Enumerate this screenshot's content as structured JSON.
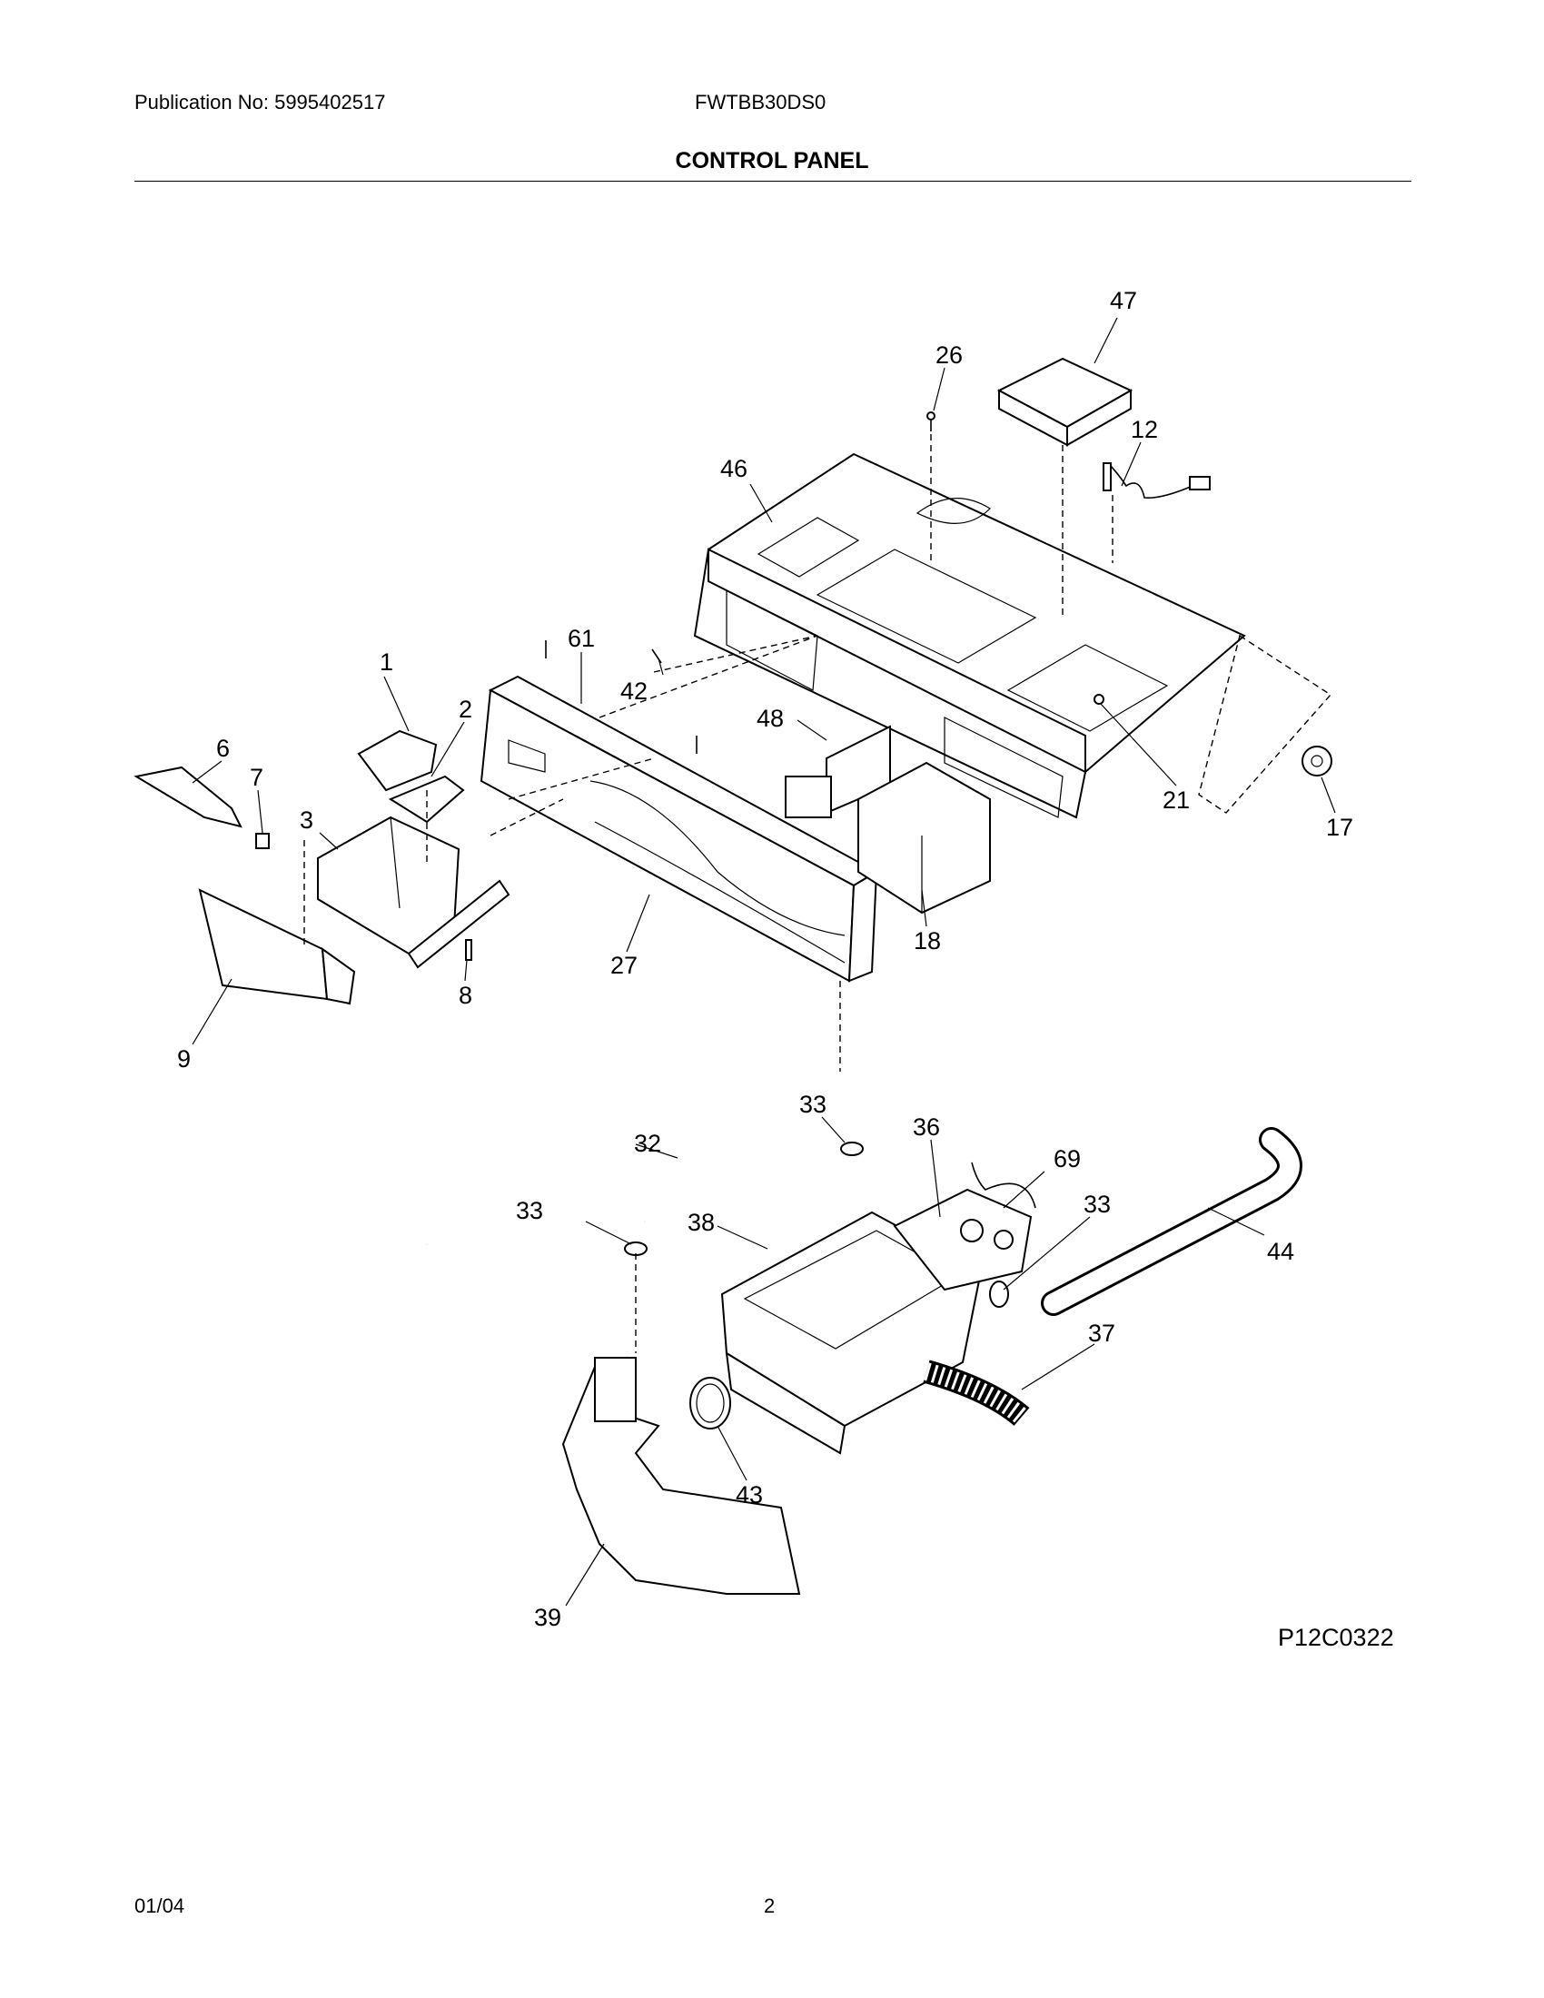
{
  "header": {
    "publication": "Publication No: 5995402517",
    "model": "FWTBB30DS0",
    "title": "CONTROL PANEL"
  },
  "diagram": {
    "drawing_code": "P12C0322",
    "callouts": [
      {
        "id": "c1",
        "text": "1"
      },
      {
        "id": "c2",
        "text": "2"
      },
      {
        "id": "c3",
        "text": "3"
      },
      {
        "id": "c6",
        "text": "6"
      },
      {
        "id": "c7",
        "text": "7"
      },
      {
        "id": "c8",
        "text": "8"
      },
      {
        "id": "c9",
        "text": "9"
      },
      {
        "id": "c12",
        "text": "12"
      },
      {
        "id": "c17",
        "text": "17"
      },
      {
        "id": "c18",
        "text": "18"
      },
      {
        "id": "c21",
        "text": "21"
      },
      {
        "id": "c26",
        "text": "26"
      },
      {
        "id": "c27",
        "text": "27"
      },
      {
        "id": "c32",
        "text": "32"
      },
      {
        "id": "c33a",
        "text": "33"
      },
      {
        "id": "c33b",
        "text": "33"
      },
      {
        "id": "c33c",
        "text": "33"
      },
      {
        "id": "c36",
        "text": "36"
      },
      {
        "id": "c37",
        "text": "37"
      },
      {
        "id": "c38",
        "text": "38"
      },
      {
        "id": "c39",
        "text": "39"
      },
      {
        "id": "c42",
        "text": "42"
      },
      {
        "id": "c43",
        "text": "43"
      },
      {
        "id": "c44",
        "text": "44"
      },
      {
        "id": "c46",
        "text": "46"
      },
      {
        "id": "c47",
        "text": "47"
      },
      {
        "id": "c48",
        "text": "48"
      },
      {
        "id": "c61",
        "text": "61"
      },
      {
        "id": "c69",
        "text": "69"
      }
    ]
  },
  "footer": {
    "date": "01/04",
    "page": "2"
  }
}
